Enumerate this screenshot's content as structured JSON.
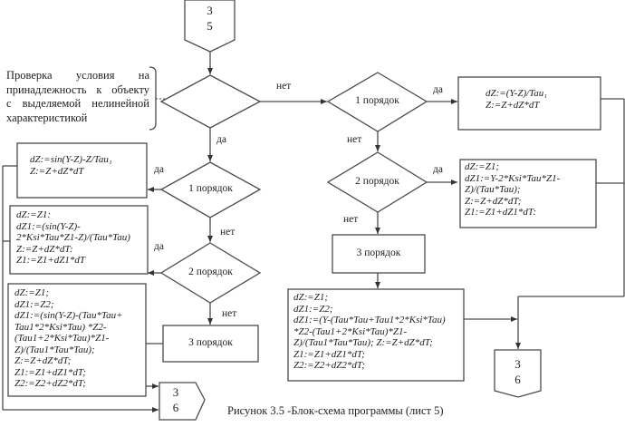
{
  "connectors": {
    "top": {
      "line1": "3",
      "line2": "5"
    },
    "bottom_left": {
      "line1": "3",
      "line2": "6"
    },
    "bottom_right": {
      "line1": "3",
      "line2": "6"
    }
  },
  "note": {
    "lines": [
      "Проверка условия на",
      "принадлежность к объекту",
      "с выделяемой нелинейной",
      "характеристикой"
    ]
  },
  "decisions": {
    "main": "",
    "left_order1": "1 порядок",
    "left_order2": "2 порядок",
    "right_order1": "1 порядок",
    "right_order2": "2 порядок"
  },
  "branch_labels": {
    "main_no": "нет",
    "main_yes": "да",
    "left_o1_yes": "да",
    "left_o1_no": "нет",
    "left_o2_yes": "да",
    "left_o2_no": "нет",
    "right_o1_yes": "да",
    "right_o1_no": "нет",
    "right_o2_yes": "да",
    "right_o2_no": "нет"
  },
  "processes": {
    "left_order3": "3 порядок",
    "right_order3": "3 порядок",
    "left_o1_code": "dZ:=sin(Y-Z)-Z/Tau₁\nZ:=Z+dZ*dT",
    "left_o2_code": "dZ:=Z1:\ndZ1:=(sin(Y-Z)-\n2*Ksi*Tau*Z1-Z)/(Tau*Tau)\nZ:=Z+dZ*dT:\nZ1:=Z1+dZ1*dT",
    "left_o3_code": "dZ:=Z1;\ndZ1:=Z2;\ndZ1:=(sin(Y-Z)-(Tau*Tau+\nTau1*2*Ksi*Tau) *Z2-\n(Tau1+2*Ksi*Tau)*Z1-\nZ)/(Tau1*Tau*Tau);\nZ:=Z+dZ*dT;\nZ1:=Z1+dZ1*dT;\nZ2:=Z2+dZ2*dT;",
    "right_o1_code": "dZ:=(Y-Z)/Tau₁\nZ:=Z+dZ*dT",
    "right_o2_code": "dZ:=Z1;\ndZ1:=Y-2*Ksi*Tau*Z1-\nZ)/(Tau*Tau);\nZ:=Z+dZ*dT;\nZ1:=Z1+dZ1*dT:",
    "right_o3_code": "dZ:=Z1;\ndZ1:=Z2;\ndZ1:=(Y-(Tau*Tau+Tau1*2*Ksi*Tau)\n*Z2-(Tau1+2*Ksi*Tau)*Z1-\nZ)/(Tau1*Tau*Tau); Z:=Z+dZ*dT;\nZ1:=Z1+dZ1*dT;\nZ2:=Z2+dZ2*dT;"
  },
  "caption": "Рисунок 3.5 -Блок-схема программы (лист 5)"
}
